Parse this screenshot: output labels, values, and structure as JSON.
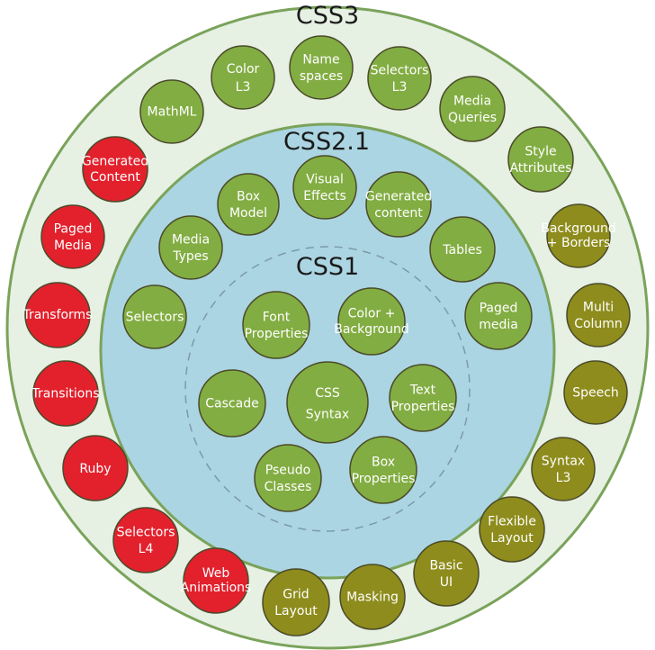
{
  "titles": {
    "outer": "CSS3",
    "middle": "CSS2.1",
    "inner": "CSS1"
  },
  "colors": {
    "outer_ring": "#e6f0e3",
    "middle_ring": "#abd5e2",
    "green": "#82ad42",
    "olive": "#8e8c1c",
    "red": "#e2212d",
    "outline": "#4a4a2a",
    "text_light": "#ffffff"
  },
  "nodes": [
    {
      "id": "css-syntax",
      "lines": [
        "CSS",
        "Syntax"
      ],
      "level": "CSS1",
      "color": "green"
    },
    {
      "id": "font-properties",
      "lines": [
        "Font",
        "Properties"
      ],
      "level": "CSS1",
      "color": "green"
    },
    {
      "id": "color-background",
      "lines": [
        "Color +",
        "Background"
      ],
      "level": "CSS1",
      "color": "green"
    },
    {
      "id": "cascade",
      "lines": [
        "Cascade"
      ],
      "level": "CSS1",
      "color": "green"
    },
    {
      "id": "text-properties",
      "lines": [
        "Text",
        "Properties"
      ],
      "level": "CSS1",
      "color": "green"
    },
    {
      "id": "pseudo-classes",
      "lines": [
        "Pseudo",
        "Classes"
      ],
      "level": "CSS1",
      "color": "green"
    },
    {
      "id": "box-properties",
      "lines": [
        "Box",
        "Properties"
      ],
      "level": "CSS1",
      "color": "green"
    },
    {
      "id": "box-model",
      "lines": [
        "Box",
        "Model"
      ],
      "level": "CSS2.1",
      "color": "green"
    },
    {
      "id": "visual-effects",
      "lines": [
        "Visual",
        "Effects"
      ],
      "level": "CSS2.1",
      "color": "green"
    },
    {
      "id": "generated-content-21",
      "lines": [
        "Generated",
        "content"
      ],
      "level": "CSS2.1",
      "color": "green"
    },
    {
      "id": "media-types",
      "lines": [
        "Media",
        "Types"
      ],
      "level": "CSS2.1",
      "color": "green"
    },
    {
      "id": "tables",
      "lines": [
        "Tables"
      ],
      "level": "CSS2.1",
      "color": "green"
    },
    {
      "id": "selectors-21",
      "lines": [
        "Selectors"
      ],
      "level": "CSS2.1",
      "color": "green"
    },
    {
      "id": "paged-media-21",
      "lines": [
        "Paged",
        "media"
      ],
      "level": "CSS2.1",
      "color": "green"
    },
    {
      "id": "name-spaces",
      "lines": [
        "Name",
        "spaces"
      ],
      "level": "CSS3",
      "color": "green"
    },
    {
      "id": "color-l3",
      "lines": [
        "Color",
        "L3"
      ],
      "level": "CSS3",
      "color": "green"
    },
    {
      "id": "selectors-l3",
      "lines": [
        "Selectors",
        "L3"
      ],
      "level": "CSS3",
      "color": "green"
    },
    {
      "id": "mathml",
      "lines": [
        "MathML"
      ],
      "level": "CSS3",
      "color": "green"
    },
    {
      "id": "media-queries",
      "lines": [
        "Media",
        "Queries"
      ],
      "level": "CSS3",
      "color": "green"
    },
    {
      "id": "style-attributes",
      "lines": [
        "Style",
        "Attributes"
      ],
      "level": "CSS3",
      "color": "green"
    },
    {
      "id": "background-borders",
      "lines": [
        "Background",
        "+ Borders"
      ],
      "level": "CSS3",
      "color": "olive"
    },
    {
      "id": "multi-column",
      "lines": [
        "Multi",
        "Column"
      ],
      "level": "CSS3",
      "color": "olive"
    },
    {
      "id": "speech",
      "lines": [
        "Speech"
      ],
      "level": "CSS3",
      "color": "olive"
    },
    {
      "id": "syntax-l3",
      "lines": [
        "Syntax",
        "L3"
      ],
      "level": "CSS3",
      "color": "olive"
    },
    {
      "id": "flexible-layout",
      "lines": [
        "Flexible",
        "Layout"
      ],
      "level": "CSS3",
      "color": "olive"
    },
    {
      "id": "basic-ui",
      "lines": [
        "Basic",
        "UI"
      ],
      "level": "CSS3",
      "color": "olive"
    },
    {
      "id": "masking",
      "lines": [
        "Masking"
      ],
      "level": "CSS3",
      "color": "olive"
    },
    {
      "id": "grid-layout",
      "lines": [
        "Grid",
        "Layout"
      ],
      "level": "CSS3",
      "color": "olive"
    },
    {
      "id": "generated-content-3",
      "lines": [
        "Generated",
        "Content"
      ],
      "level": "CSS3",
      "color": "red"
    },
    {
      "id": "paged-media-3",
      "lines": [
        "Paged",
        "Media"
      ],
      "level": "CSS3",
      "color": "red"
    },
    {
      "id": "transforms",
      "lines": [
        "Transforms"
      ],
      "level": "CSS3",
      "color": "red"
    },
    {
      "id": "transitions",
      "lines": [
        "Transitions"
      ],
      "level": "CSS3",
      "color": "red"
    },
    {
      "id": "ruby",
      "lines": [
        "Ruby"
      ],
      "level": "CSS3",
      "color": "red"
    },
    {
      "id": "selectors-l4",
      "lines": [
        "Selectors",
        "L4"
      ],
      "level": "CSS3",
      "color": "red"
    },
    {
      "id": "web-animations",
      "lines": [
        "Web",
        "Animations"
      ],
      "level": "CSS3",
      "color": "red"
    }
  ]
}
